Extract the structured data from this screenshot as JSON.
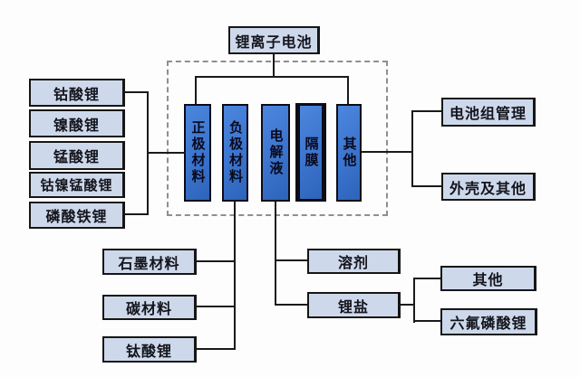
{
  "diagram": {
    "title": "锂离子电池",
    "components": [
      "正极材料",
      "负极材料",
      "电解液",
      "隔膜",
      "其他"
    ],
    "cathode_materials": [
      "钴酸锂",
      "镍酸锂",
      "锰酸锂",
      "钴镍锰酸锂",
      "磷酸铁锂"
    ],
    "other_items": [
      "电池组管理",
      "外壳及其他"
    ],
    "anode_materials": [
      "石墨材料",
      "碳材料",
      "钛酸锂"
    ],
    "electrolyte_parts": [
      "溶剂",
      "锂盐"
    ],
    "lithium_salt_types": [
      "其他",
      "六氟磷酸锂"
    ],
    "colors": {
      "light_node_fill": "#cdd9eb",
      "blue_node_fill": "#3b74cd",
      "node_border": "#161616",
      "connector_line": "#1a1a1a",
      "dashed_border": "#8f8f8f",
      "background": "#fdfdfd"
    }
  }
}
